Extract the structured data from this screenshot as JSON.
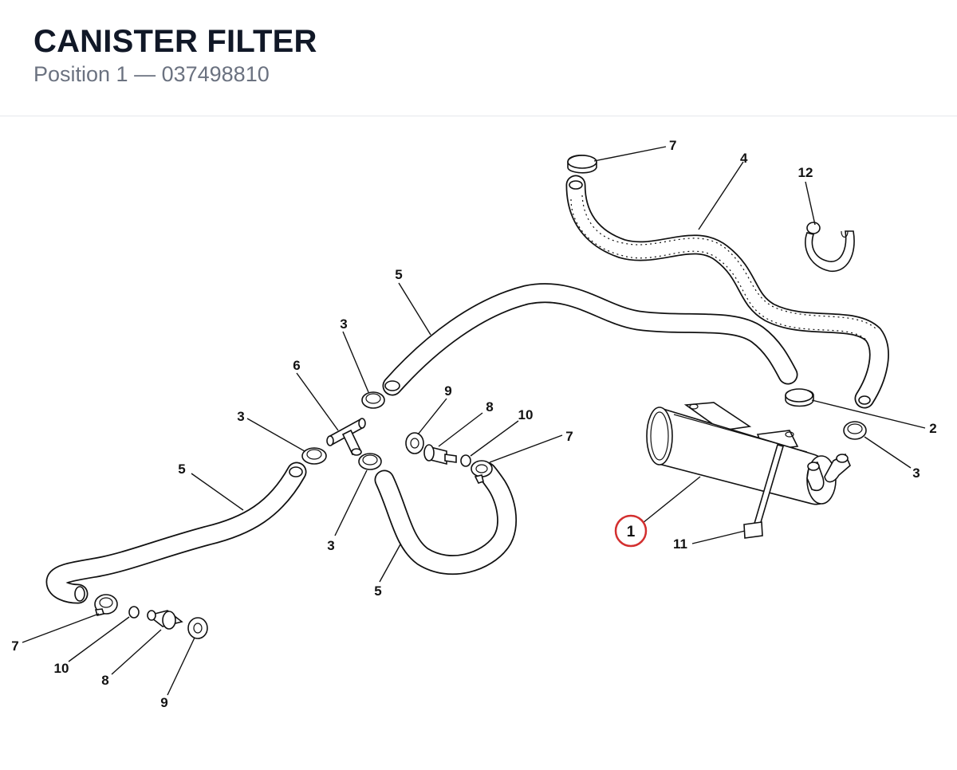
{
  "header": {
    "title": "CANISTER FILTER",
    "subtitle": "Position 1 — 037498810"
  },
  "highlight_color": "#d32f2f",
  "callouts": {
    "c7_top": "7",
    "c4": "4",
    "c12": "12",
    "c5_top": "5",
    "c3_top": "3",
    "c6": "6",
    "c3_left": "3",
    "c9_mid": "9",
    "c8_mid": "8",
    "c10_mid": "10",
    "c7_mid": "7",
    "c2": "2",
    "c3_right": "3",
    "c5_left": "5",
    "c3_low": "3",
    "c5_bottom": "5",
    "c1": "1",
    "c11": "11",
    "c7_bl": "7",
    "c10_bl": "10",
    "c8_bl": "8",
    "c9_bl": "9"
  }
}
